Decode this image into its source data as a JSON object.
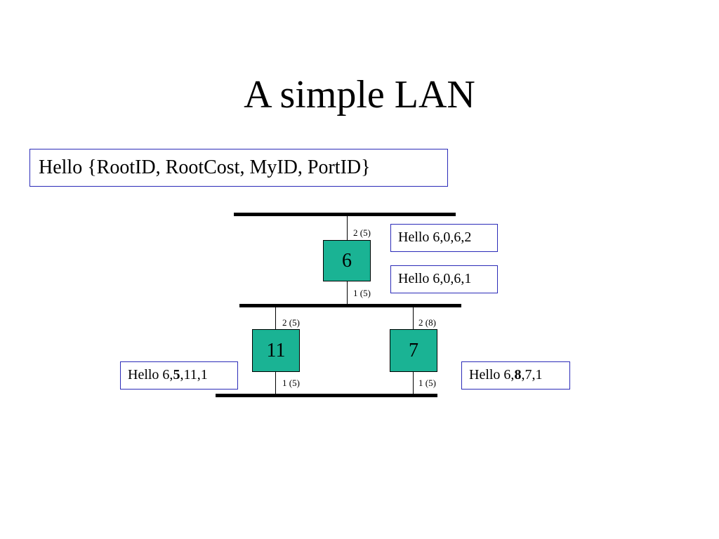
{
  "title": "A simple LAN",
  "format": "Hello {RootID, RootCost, MyID, PortID}",
  "bridges": {
    "b6": "6",
    "b11": "11",
    "b7": "7"
  },
  "ports": {
    "b6_p2": "2 (5)",
    "b6_p1": "1 (5)",
    "b11_p2": "2 (5)",
    "b11_p1": "1 (5)",
    "b7_p2": "2 (8)",
    "b7_p1": "1 (5)"
  },
  "messages": {
    "b6_port2": "Hello 6,0,6,2",
    "b6_port1": "Hello 6,0,6,1",
    "b11": {
      "prefix": "Hello 6,",
      "cost": "5",
      "suffix": ",11,1"
    },
    "b7": {
      "prefix": "Hello 6,",
      "cost": "8",
      "suffix": ",7,1"
    }
  }
}
